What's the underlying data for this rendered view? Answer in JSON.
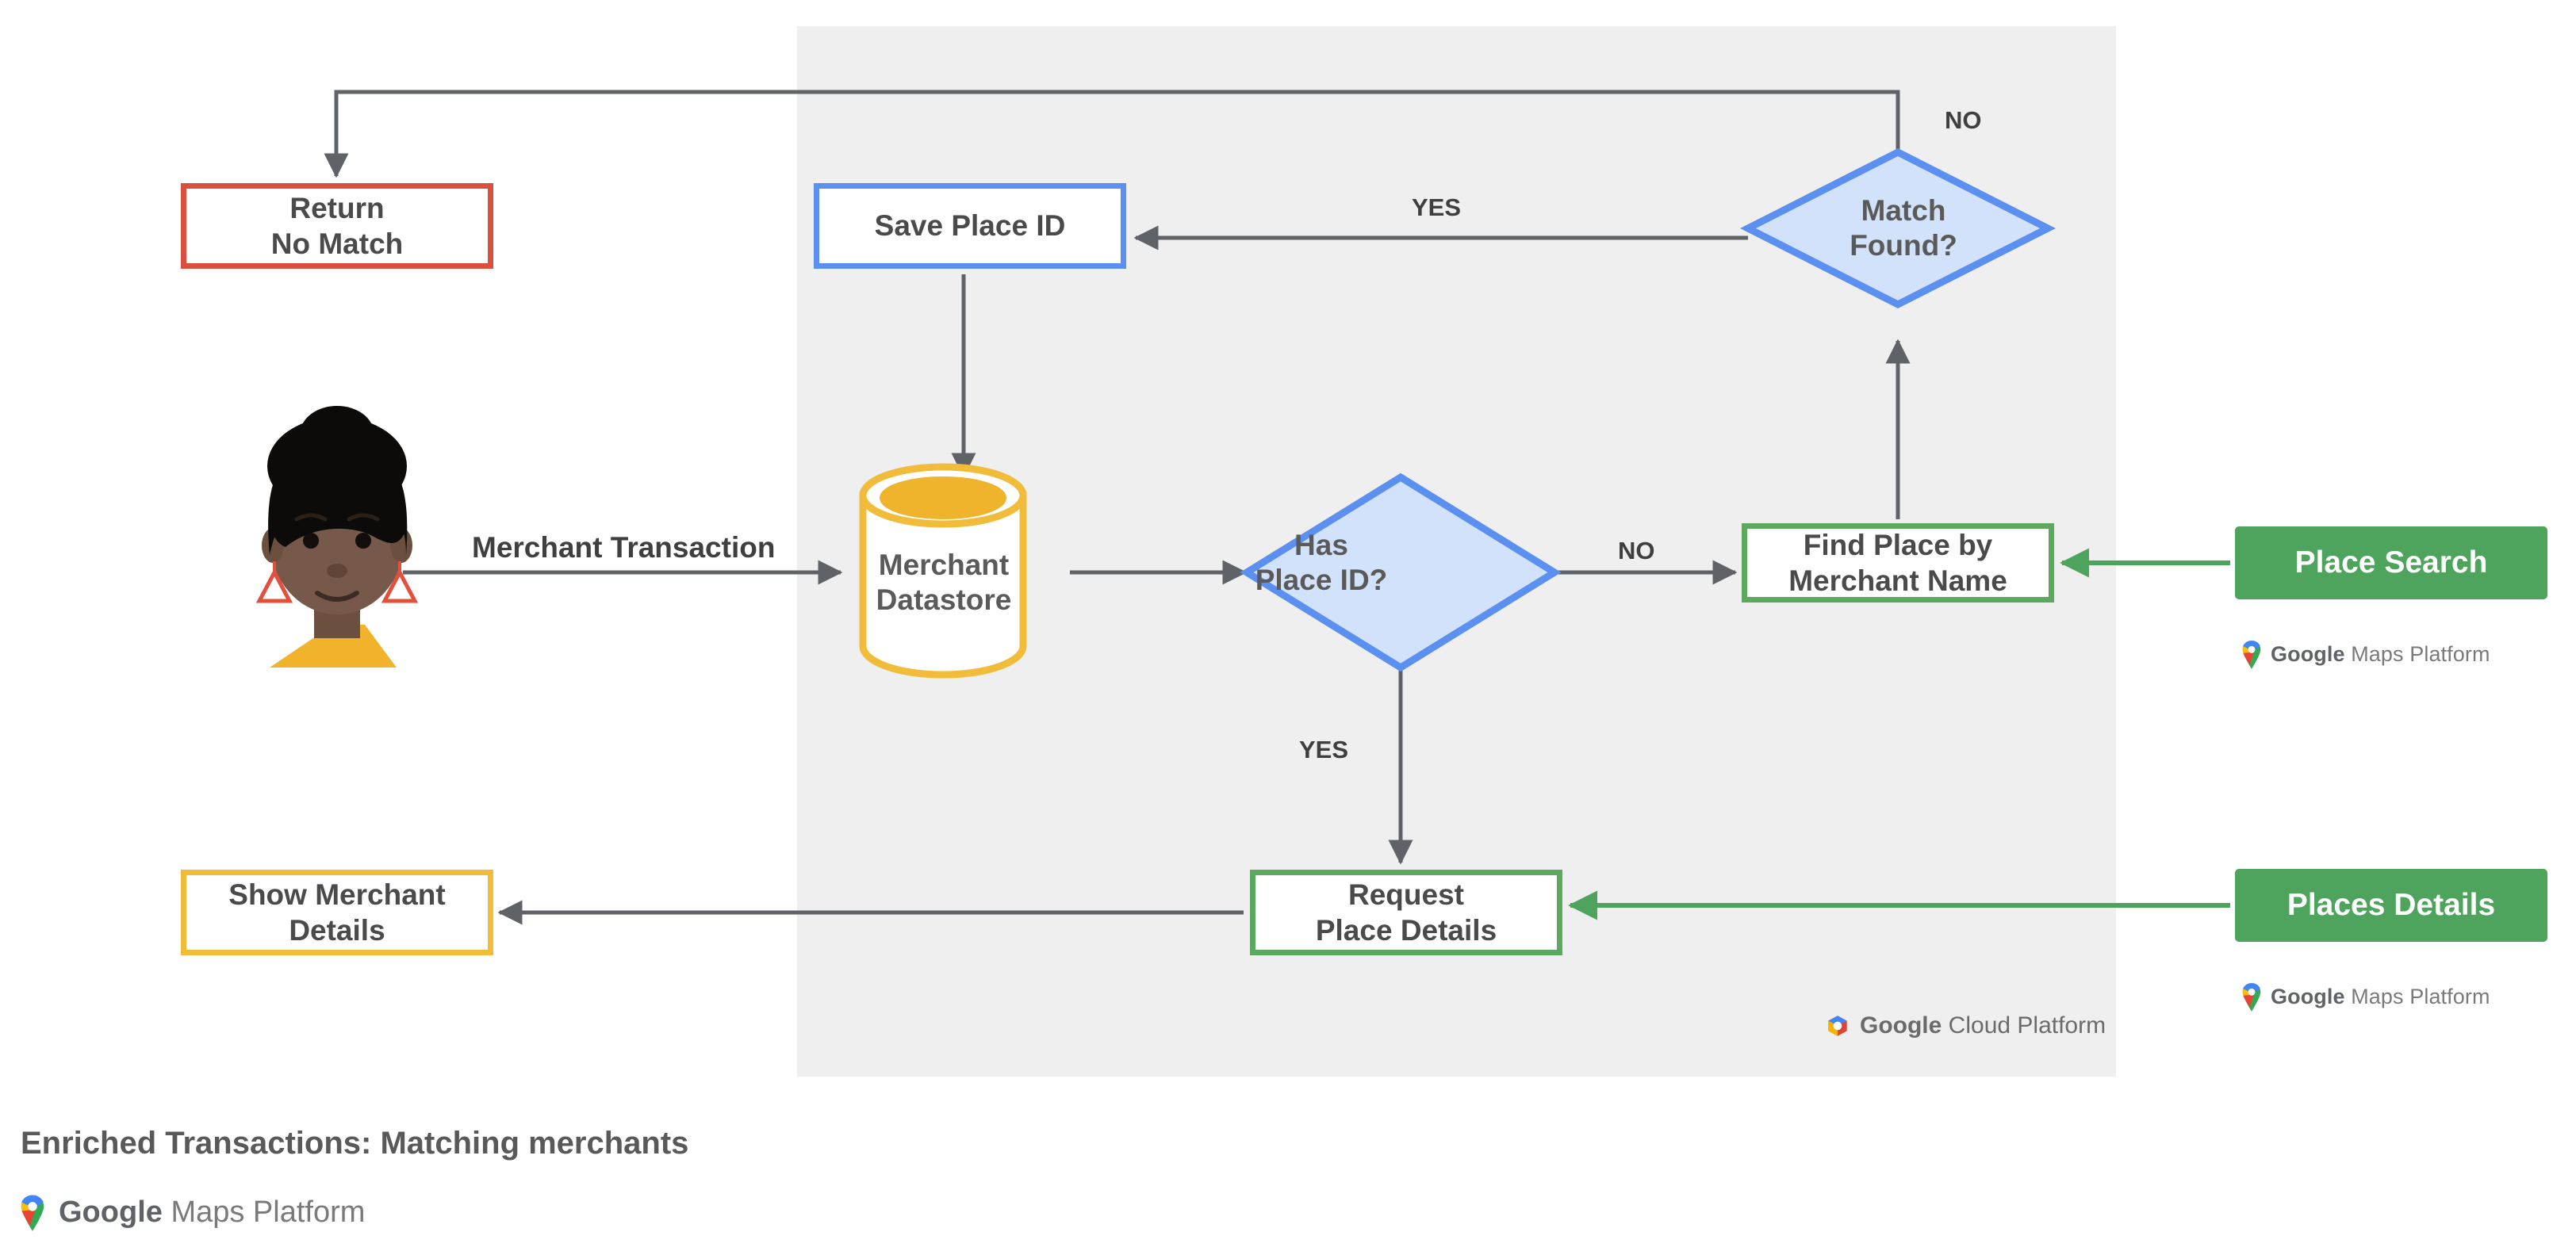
{
  "diagram": {
    "title": "Enriched Transactions: Matching merchants",
    "panel_label": "Google Cloud Platform",
    "panel_color": "#EFEFEF",
    "colors": {
      "red": "#DB4F3E",
      "yellow": "#F2BC3B",
      "blue": "#5B8FF0",
      "blue_fill": "#D3E2FB",
      "green": "#4FA45D",
      "green_border": "#5CA85E",
      "arrow_gray": "#5F6368",
      "text_gray": "#4A4A4A"
    },
    "nodes": {
      "return_no_match": {
        "label": "Return\nNo Match",
        "shape": "rectangle",
        "accent": "red"
      },
      "save_place_id": {
        "label": "Save Place ID",
        "shape": "rectangle",
        "accent": "blue"
      },
      "merchant_datastore": {
        "label": "Merchant\nDatastore",
        "shape": "cylinder",
        "accent": "yellow"
      },
      "has_place_id": {
        "label": "Has\nPlace ID?",
        "shape": "diamond",
        "accent": "blue"
      },
      "match_found": {
        "label": "Match\nFound?",
        "shape": "diamond",
        "accent": "blue"
      },
      "find_place_by_merchant_name": {
        "label": "Find Place by\nMerchant Name",
        "shape": "rectangle",
        "accent": "green"
      },
      "request_place_details": {
        "label": "Request\nPlace Details",
        "shape": "rectangle",
        "accent": "green"
      },
      "show_merchant_details": {
        "label": "Show Merchant\nDetails",
        "shape": "rectangle",
        "accent": "yellow"
      },
      "place_search": {
        "label": "Place Search",
        "shape": "filled-rectangle",
        "accent": "green"
      },
      "places_details": {
        "label": "Places Details",
        "shape": "filled-rectangle",
        "accent": "green"
      }
    },
    "edge_labels": {
      "merchant_transaction": "Merchant Transaction",
      "yes_top": "YES",
      "no_top": "NO",
      "no_mid": "NO",
      "yes_mid": "YES"
    },
    "logos": {
      "maps_platform_bold": "Google",
      "maps_platform_light": " Maps Platform",
      "cloud_platform_bold": "Google",
      "cloud_platform_light": " Cloud Platform"
    },
    "actor": {
      "name": "customer-avatar"
    }
  }
}
